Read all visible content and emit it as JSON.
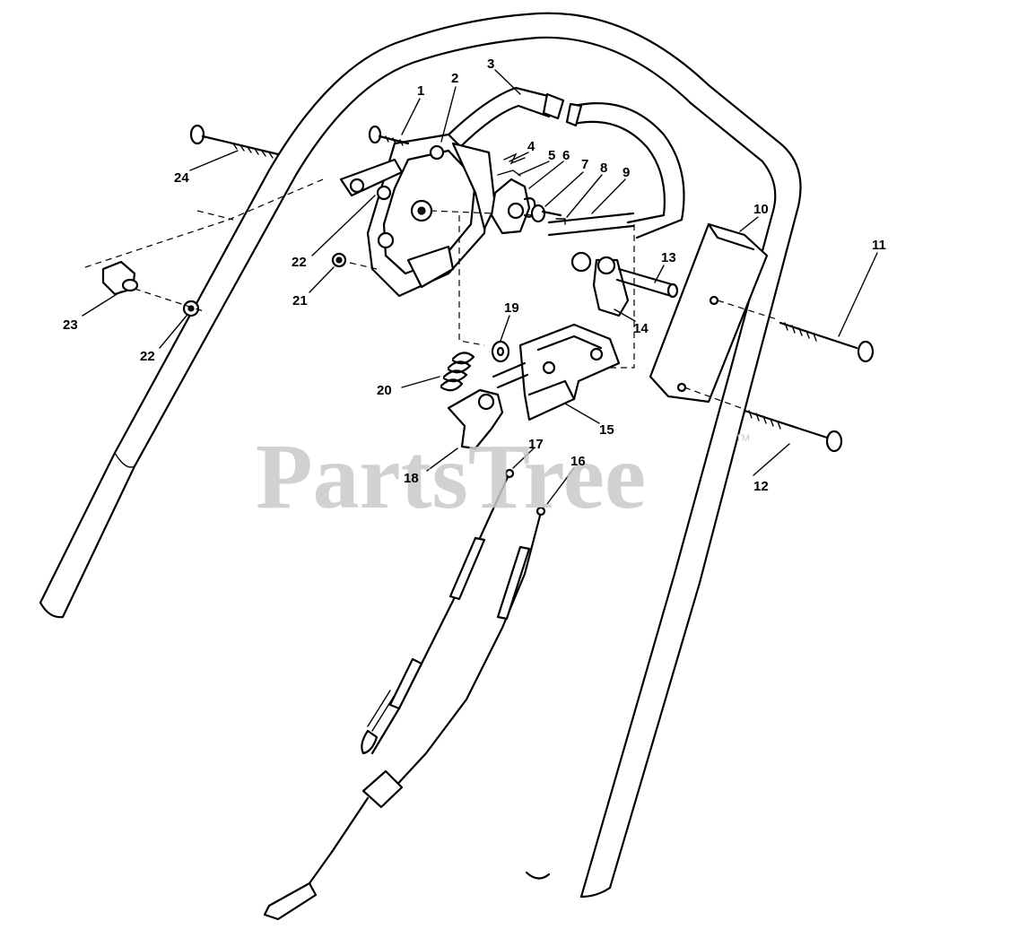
{
  "diagram": {
    "watermark": "PartsTree",
    "watermark_mark": "TM",
    "callouts": [
      {
        "id": "1",
        "label": "1"
      },
      {
        "id": "2",
        "label": "2"
      },
      {
        "id": "3",
        "label": "3"
      },
      {
        "id": "4",
        "label": "4"
      },
      {
        "id": "5",
        "label": "5"
      },
      {
        "id": "6",
        "label": "6"
      },
      {
        "id": "7",
        "label": "7"
      },
      {
        "id": "8",
        "label": "8"
      },
      {
        "id": "9",
        "label": "9"
      },
      {
        "id": "10",
        "label": "10"
      },
      {
        "id": "11",
        "label": "11"
      },
      {
        "id": "12",
        "label": "12"
      },
      {
        "id": "13",
        "label": "13"
      },
      {
        "id": "14",
        "label": "14"
      },
      {
        "id": "15",
        "label": "15"
      },
      {
        "id": "16",
        "label": "16"
      },
      {
        "id": "17",
        "label": "17"
      },
      {
        "id": "18",
        "label": "18"
      },
      {
        "id": "19",
        "label": "19"
      },
      {
        "id": "20",
        "label": "20"
      },
      {
        "id": "21",
        "label": "21"
      },
      {
        "id": "22a",
        "label": "22"
      },
      {
        "id": "22b",
        "label": "22"
      },
      {
        "id": "23",
        "label": "23"
      },
      {
        "id": "24",
        "label": "24"
      }
    ]
  }
}
